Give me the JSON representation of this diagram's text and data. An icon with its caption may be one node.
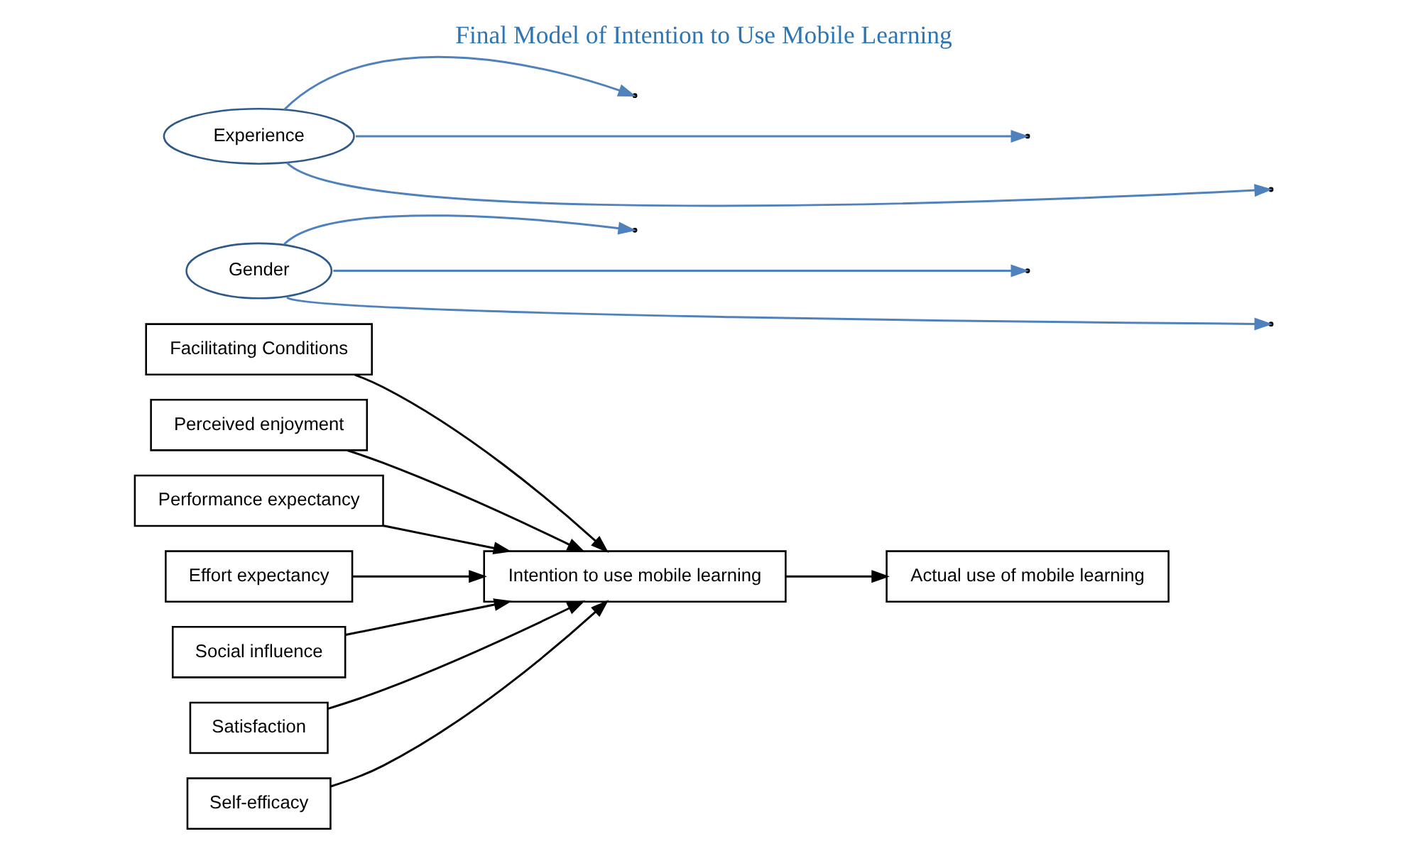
{
  "diagram": {
    "title": "Final Model of Intention to Use Mobile Learning",
    "nodes": [
      {
        "text": [
          "Facilitating Conditions"
        ]
      },
      {
        "text": [
          "Perceived enjoyment"
        ]
      },
      {
        "text": [
          "Performance expectancy"
        ]
      },
      {
        "text": [
          "Effort expectancy"
        ]
      },
      {
        "text": [
          "Social influence"
        ]
      },
      {
        "text": [
          "Satisfaction"
        ]
      },
      {
        "text": [
          "Self-efficacy"
        ]
      },
      {
        "text": [
          "Intention to use mobile learning"
        ]
      },
      {
        "text": [
          "Actual use of mobile learning"
        ]
      },
      {
        "text": [
          "Gender"
        ]
      },
      {
        "text": [
          "Experience"
        ]
      }
    ],
    "edges": [
      {
        "from": 0,
        "to": 7,
        "arrow": "to"
      },
      {
        "from": 1,
        "to": 7,
        "arrow": "to"
      },
      {
        "from": 2,
        "to": 7,
        "arrow": "to"
      },
      {
        "from": 3,
        "to": 7,
        "arrow": "to"
      },
      {
        "from": 4,
        "to": 7,
        "arrow": "to"
      },
      {
        "from": 5,
        "to": 7,
        "arrow": "to"
      },
      {
        "from": 6,
        "to": 7,
        "arrow": "to"
      },
      {
        "from": 7,
        "to": 8,
        "arrow": "to"
      },
      {
        "from": 9,
        "to": null,
        "arrow": "to",
        "color": "#4f81bd"
      },
      {
        "from": 9,
        "to": null,
        "arrow": "to",
        "color": "#4f81bd"
      },
      {
        "from": 9,
        "to": null,
        "arrow": "to",
        "color": "#4f81bd"
      },
      {
        "from": 10,
        "to": null,
        "arrow": "to",
        "color": "#4f81bd"
      },
      {
        "from": 10,
        "to": null,
        "arrow": "to",
        "color": "#4f81bd"
      },
      {
        "from": 10,
        "to": null,
        "arrow": "to",
        "color": "#4f81bd"
      }
    ]
  }
}
